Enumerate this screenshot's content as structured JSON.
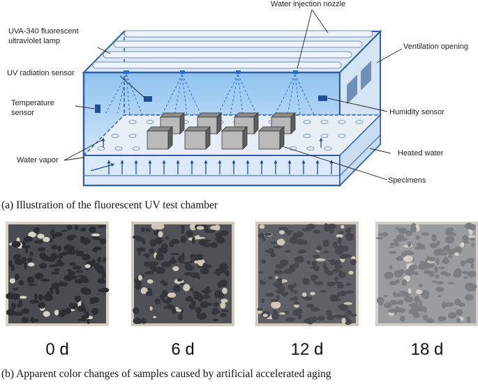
{
  "diagram": {
    "labels": {
      "lamp_line1": "UVA-340 fluorescent",
      "lamp_line2": "ultraviolet lamp",
      "nozzle": "Water injection nozzle",
      "ventilation": "Ventilation opening",
      "uv_sensor": "UV radiation sensor",
      "temp_line1": "Temperature",
      "temp_line2": "sensor",
      "humidity": "Humidity sensor",
      "heated_water": "Heated water",
      "water_vapor": "Water vapor",
      "specimens": "Specimens"
    },
    "colors": {
      "frame": "#2f5fa8",
      "chamber_fill": "#cfe3f5",
      "tray": "#e6eef7",
      "water": "#dbe9f6",
      "arrow": "#1f4f96",
      "specimen_light": "#b9b9b9",
      "specimen_dark": "#5e5e5e"
    }
  },
  "caption_a": "(a) Illustration of the fluorescent UV test chamber",
  "samples": [
    {
      "label": "0 d",
      "base": "#4a4c52",
      "chip": "#2c2e34",
      "fleck": "#d8d2c4"
    },
    {
      "label": "6 d",
      "base": "#4f5156",
      "chip": "#33353a",
      "fleck": "#cfc8b8"
    },
    {
      "label": "12 d",
      "base": "#5f6166",
      "chip": "#45474c",
      "fleck": "#cfc8bb"
    },
    {
      "label": "18 d",
      "base": "#9a9c9f",
      "chip": "#7c7e82",
      "fleck": "#d4d0c9"
    }
  ],
  "caption_b": "(b) Apparent color changes of samples caused by artificial accelerated aging"
}
